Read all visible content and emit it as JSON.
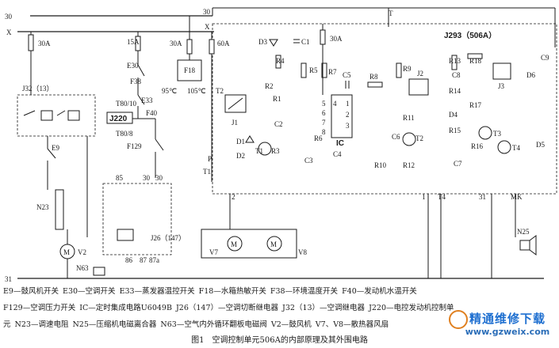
{
  "bus_labels": {
    "b30": "30",
    "bx": "X",
    "b31": "31",
    "bt": "T"
  },
  "fuses": {
    "f30a_left": "30A",
    "f15a": "15A",
    "f30a_mid": "30A",
    "f60a": "60A",
    "f30a_right": "30A"
  },
  "modules": {
    "j293": "J293（506A）",
    "j32": "J32（13）",
    "j220": "J220",
    "j26": "J26（147）",
    "ic": "IC"
  },
  "terminals": {
    "t2": "T2",
    "p": "P",
    "t1": "T1",
    "t80_10": "T80/10",
    "t80_8": "T80/8",
    "pin30_top": "30",
    "pin30_mid": "30",
    "pin30_j26": "30",
    "pin2": "2",
    "pin1": "1",
    "t4": "T4",
    "pin31": "31",
    "mk": "MK",
    "pin85": "85",
    "pin86": "86",
    "pin87": "87",
    "pin87a": "87a",
    "t95": "95℃",
    "t105": "105℃"
  },
  "components": {
    "e9": "E9",
    "e30": "E30",
    "e33": "E33",
    "f18": "F18",
    "f38": "F38",
    "f40": "F40",
    "f129": "F129",
    "n23": "N23",
    "n25": "N25",
    "n63": "N63",
    "v2": "V2",
    "v7": "V7",
    "v8": "V8",
    "m": "M",
    "j1": "J1",
    "j2": "J2",
    "j3": "J3",
    "d1": "D1",
    "d2": "D2",
    "d3": "D3",
    "d4": "D4",
    "d5": "D5",
    "d6": "D6",
    "t1": "T1",
    "t2": "T2",
    "t3": "T3",
    "t4": "T4",
    "r1": "R1",
    "r2": "R2",
    "r3": "R3",
    "r4": "R4",
    "r5": "R5",
    "r6": "R6",
    "r7": "R7",
    "r8": "R8",
    "r9": "R9",
    "r10": "R10",
    "r11": "R11",
    "r12": "R12",
    "r13": "R13",
    "r14": "R14",
    "r15": "R15",
    "r16": "R16",
    "r17": "R17",
    "r18": "R18",
    "c1": "C1",
    "c2": "C2",
    "c3": "C3",
    "c4": "C4",
    "c5": "C5",
    "c6": "C6",
    "c7": "C7",
    "c8": "C8",
    "c9": "C9",
    "ic_pins": [
      "1",
      "2",
      "3",
      "4",
      "5",
      "6",
      "7",
      "8"
    ]
  },
  "legend": {
    "line1": [
      "E9—鼓风机开关",
      "E30—空调开关",
      "E33—蒸发器温控开关",
      "F18—水箱热敏开关",
      "F38—环境温度开关",
      "F40—发动机水温开关"
    ],
    "line2": [
      "F129—空调压力开关",
      "IC—定时集成电路U6049B",
      "J26（147）—空调切断继电器",
      "J32（13）—空调继电器",
      "J220—电控发动机控制单"
    ],
    "line3": [
      "元",
      "N23—调速电阻",
      "N25—压缩机电磁离合器",
      "N63—空气内外循环翻板电磁阀",
      "V2—鼓风机",
      "V7、V8—散热器风扇"
    ]
  },
  "caption": "图1　空调控制单元506A的内部原理及其外围电路",
  "watermark": {
    "text": "精通维修下载",
    "url": "www.gzweix.com"
  }
}
